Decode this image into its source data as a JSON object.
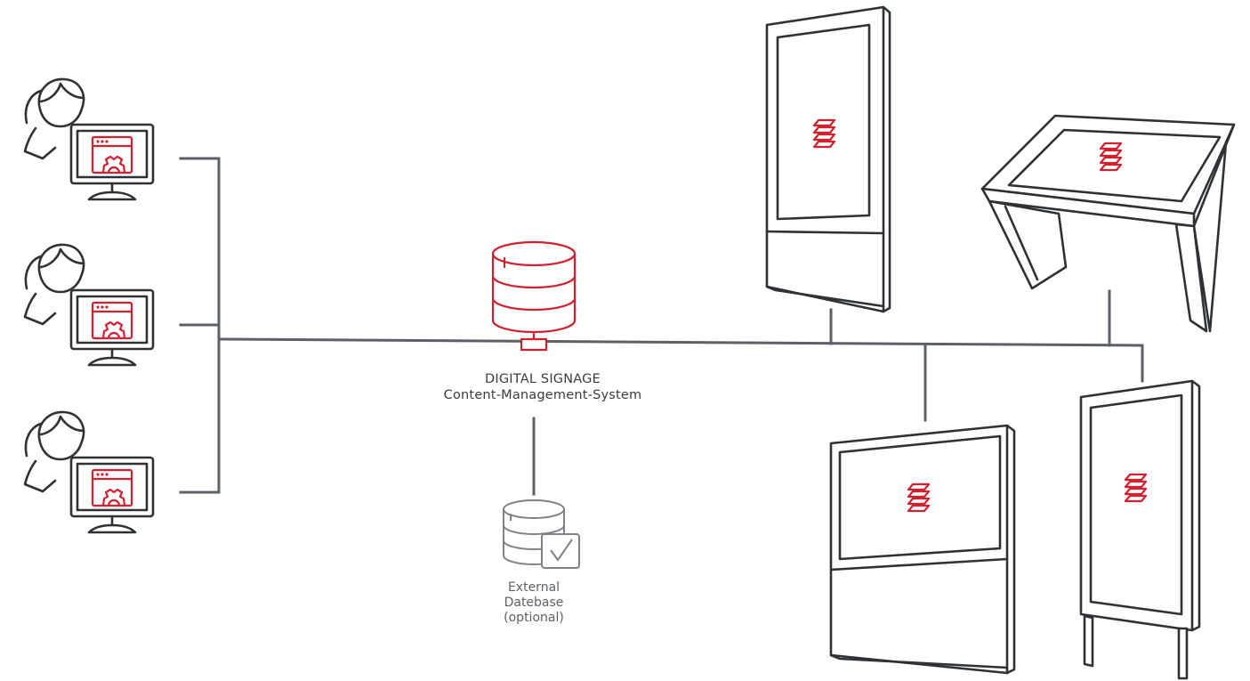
{
  "colors": {
    "accent": "#d3202f",
    "line": "#5b6166",
    "outline": "#2e3236",
    "muted": "#7d8388"
  },
  "workstations": [
    {
      "icon": "user-workstation-icon",
      "screen_icon": "cms-settings-window-icon"
    },
    {
      "icon": "user-workstation-icon",
      "screen_icon": "cms-settings-window-icon"
    },
    {
      "icon": "user-workstation-icon",
      "screen_icon": "cms-settings-window-icon"
    }
  ],
  "cms": {
    "icon": "database-server-icon",
    "title": "DIGITAL SIGNAGE",
    "subtitle": "Content-Management-System"
  },
  "external_db": {
    "icon": "database-check-icon",
    "line1": "External",
    "line2": "Datebase",
    "line3": "(optional)"
  },
  "displays": [
    {
      "type": "portrait-stele",
      "icon": "digital-stele-icon",
      "content_icon": "content-layers-icon"
    },
    {
      "type": "touch-table",
      "icon": "touch-table-icon",
      "content_icon": "content-layers-icon"
    },
    {
      "type": "landscape-stele",
      "icon": "landscape-display-icon",
      "content_icon": "content-layers-icon"
    },
    {
      "type": "outdoor-stele",
      "icon": "outdoor-stele-icon",
      "content_icon": "content-layers-icon"
    }
  ]
}
